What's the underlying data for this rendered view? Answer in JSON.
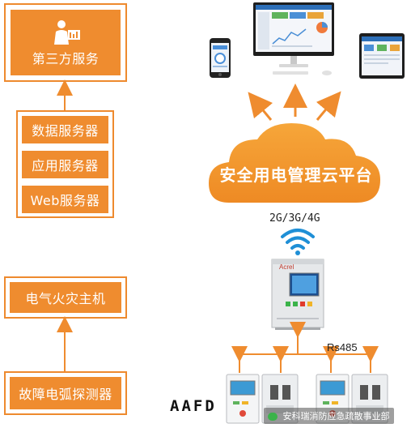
{
  "left_column": {
    "third_party": "第三方服务",
    "servers": [
      "数据服务器",
      "应用服务器",
      "Web服务器"
    ],
    "host": "电气火灾主机",
    "detector": "故障电弧探测器"
  },
  "cloud": {
    "title": "安全用电管理云平台"
  },
  "network_label": "2G/3G/4G",
  "bus_label": "Rs485",
  "device_label": "AAFD",
  "monitor_brand": "Acrel",
  "watermark": "安科瑞消防应急疏散事业部",
  "colors": {
    "accent": "#ef8c2f",
    "cloud": "#f39a2c",
    "wifi": "#1f8fd6"
  },
  "icons": [
    "businessman-icon",
    "phone-icon",
    "desktop-monitor-icon",
    "tablet-icon",
    "wifi-icon",
    "wechat-icon"
  ]
}
